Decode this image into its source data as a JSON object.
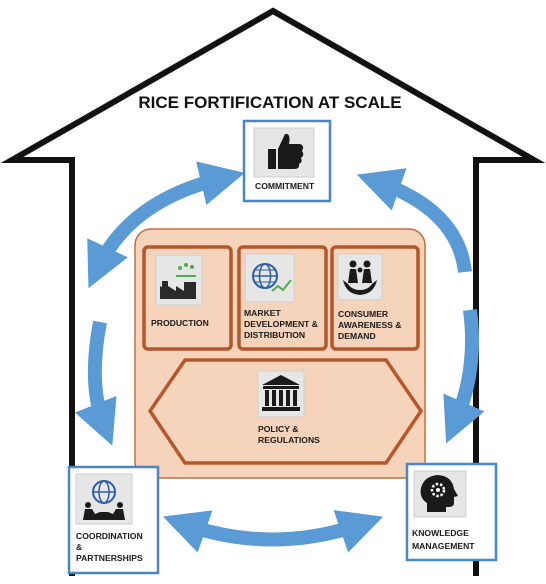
{
  "title": "RICE FORTIFICATION AT SCALE",
  "colors": {
    "house_outline": "#111111",
    "arrow_blue": "#5b9bd5",
    "box_blue": "#4a86c5",
    "panel_fill": "#f6d3bb",
    "panel_stroke": "#c0703c",
    "module_stroke": "#b5572a",
    "icon_tile": "#e6e6e6"
  },
  "pillars": {
    "commitment": {
      "label_lines": [
        "COMMITMENT"
      ],
      "icon": "thumbs-up-icon"
    },
    "production": {
      "label_lines": [
        "PRODUCTION"
      ],
      "icon": "factory-icon"
    },
    "market": {
      "label_lines": [
        "MARKET",
        "DEVELOPMENT &",
        "DISTRIBUTION"
      ],
      "icon": "globe-chart-icon"
    },
    "consumer": {
      "label_lines": [
        "CONSUMER",
        "AWARENESS &",
        "DEMAND"
      ],
      "icon": "family-hands-icon"
    },
    "policy": {
      "label_lines": [
        "POLICY &",
        "REGULATIONS"
      ],
      "icon": "government-building-icon"
    },
    "coordination": {
      "label_lines": [
        "COORDINATION",
        "&",
        "PARTNERSHIPS"
      ],
      "icon": "globe-handshake-icon"
    },
    "knowledge": {
      "label_lines": [
        "KNOWLEDGE",
        "MANAGEMENT"
      ],
      "icon": "head-gear-icon"
    }
  }
}
